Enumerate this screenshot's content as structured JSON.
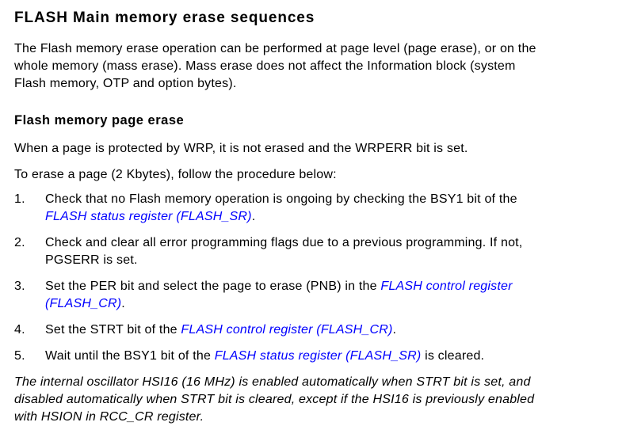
{
  "doc": {
    "title": "FLASH Main memory erase sequences",
    "intro": "The Flash memory erase operation can be performed at page level (page erase), or on the\nwhole memory (mass erase). Mass erase does not affect the Information block (system\nFlash memory, OTP and option bytes).",
    "section_heading": "Flash memory page erase",
    "wrp_paragraph": "When a page is protected by WRP, it is not erased and the WRPERR bit is set.",
    "procedure_intro": "To erase a page (2 Kbytes), follow the procedure below:",
    "steps": [
      {
        "number": "1.",
        "segments": [
          {
            "text": "Check that no Flash memory operation is ongoing by checking the BSY1 bit of the\n",
            "link": false
          },
          {
            "text": "FLASH status register (FLASH_SR)",
            "link": true
          },
          {
            "text": ".",
            "link": false
          }
        ]
      },
      {
        "number": "2.",
        "segments": [
          {
            "text": "Check and clear all error programming flags due to a previous programming. If not,\nPGSERR is set.",
            "link": false
          }
        ]
      },
      {
        "number": "3.",
        "segments": [
          {
            "text": "Set the PER bit and select the page to erase (PNB) in the ",
            "link": false
          },
          {
            "text": "FLASH control register\n(FLASH_CR)",
            "link": true
          },
          {
            "text": ".",
            "link": false
          }
        ]
      },
      {
        "number": "4.",
        "segments": [
          {
            "text": "Set the STRT bit of the ",
            "link": false
          },
          {
            "text": "FLASH control register (FLASH_CR)",
            "link": true
          },
          {
            "text": ".",
            "link": false
          }
        ]
      },
      {
        "number": "5.",
        "segments": [
          {
            "text": "Wait until the BSY1 bit of the ",
            "link": false
          },
          {
            "text": "FLASH status register (FLASH_SR)",
            "link": true
          },
          {
            "text": " is cleared.",
            "link": false
          }
        ]
      }
    ],
    "note": "The internal oscillator HSI16 (16 MHz) is enabled automatically when STRT bit is set, and\ndisabled automatically when STRT bit is cleared, except if the HSI16 is previously enabled\nwith HSION in RCC_CR register.",
    "colors": {
      "text": "#000000",
      "link": "#0000ff",
      "background": "#ffffff"
    }
  }
}
